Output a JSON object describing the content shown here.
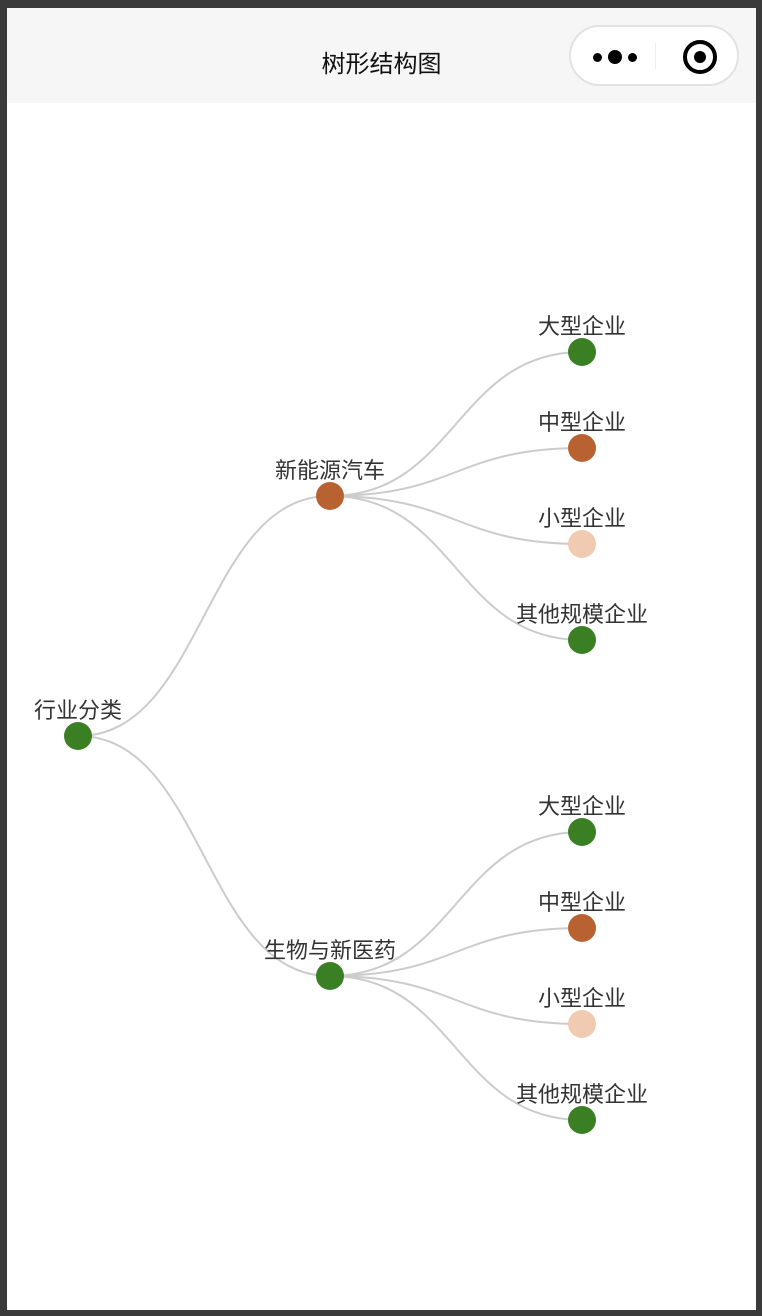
{
  "navbar": {
    "title": "树形结构图",
    "more_icon": "more-dots-icon",
    "close_icon": "target-circle-icon"
  },
  "colors": {
    "green": "#3a7f23",
    "brown": "#b86232",
    "peach": "#f0cbb2",
    "edge": "#cccccc"
  },
  "tree": {
    "name": "行业分类",
    "color": "green",
    "children": [
      {
        "name": "新能源汽车",
        "color": "brown",
        "children": [
          {
            "name": "大型企业",
            "color": "green"
          },
          {
            "name": "中型企业",
            "color": "brown"
          },
          {
            "name": "小型企业",
            "color": "peach"
          },
          {
            "name": "其他规模企业",
            "color": "green"
          }
        ]
      },
      {
        "name": "生物与新医药",
        "color": "green",
        "children": [
          {
            "name": "大型企业",
            "color": "green"
          },
          {
            "name": "中型企业",
            "color": "brown"
          },
          {
            "name": "小型企业",
            "color": "peach"
          },
          {
            "name": "其他规模企业",
            "color": "green"
          }
        ]
      }
    ]
  }
}
